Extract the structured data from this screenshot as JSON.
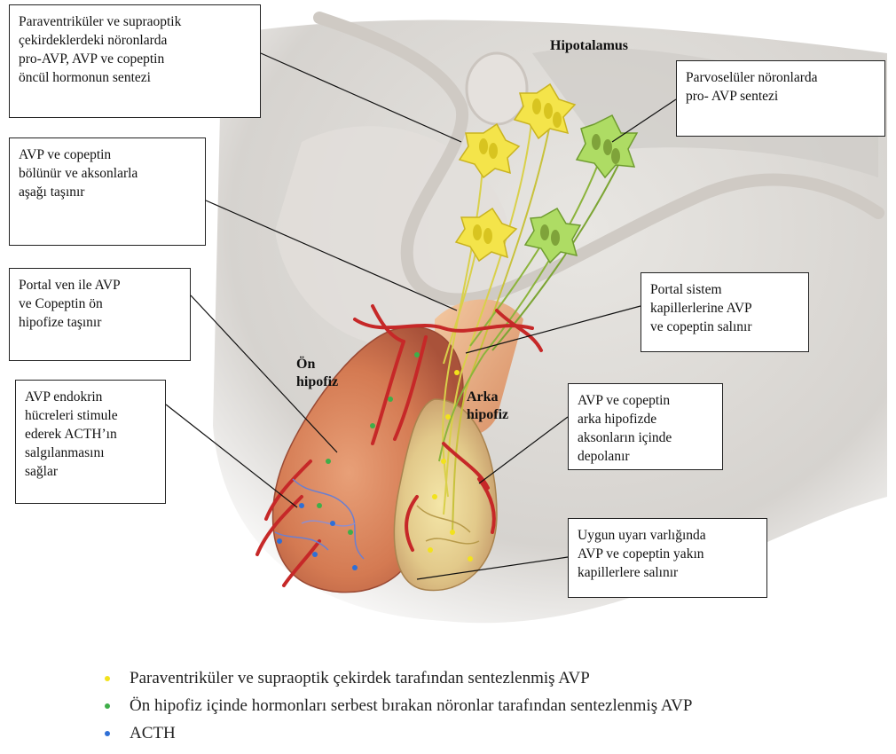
{
  "labels": {
    "hypothalamus": "Hipotalamus",
    "anterior_pituitary": "Ön\nhipofiz",
    "posterior_pituitary": "Arka\nhipofiz"
  },
  "callouts": [
    {
      "id": "c1",
      "text": "Paraventriküler ve supraoptik\nçekirdeklerdeki nöronlarda\npro-AVP, AVP ve copeptin\nöncül hormonun sentezi"
    },
    {
      "id": "c2",
      "text": "Parvoselüler nöronlarda\npro- AVP sentezi"
    },
    {
      "id": "c3",
      "text": "AVP ve copeptin\nbölünür ve aksonlarla\naşağı taşınır"
    },
    {
      "id": "c4",
      "text": "Portal  ven ile AVP\nve Copeptin ön\nhipofize taşınır"
    },
    {
      "id": "c5",
      "text": "Portal sistem\nkapillerlerine AVP\nve copeptin salınır"
    },
    {
      "id": "c6",
      "text": "AVP endokrin\nhücreleri stimule\nederek ACTH’ın\nsalgılanmasını\nsağlar"
    },
    {
      "id": "c7",
      "text": "AVP ve copeptin\narka hipofizde\naksonların  içinde\ndepolanır"
    },
    {
      "id": "c8",
      "text": "Uygun uyarı varlığında\nAVP ve copeptin yakın\nkapillerlere salınır"
    }
  ],
  "legend": [
    {
      "text": "Paraventriküler ve supraoptik çekirdek tarafından sentezlenmiş AVP",
      "color": "#f2e21c"
    },
    {
      "text": "Ön hipofiz içinde hormonları serbest bırakan nöronlar tarafından sentezlenmiş AVP",
      "color": "#3fae49"
    },
    {
      "text": "ACTH",
      "color": "#2f6fd6"
    }
  ]
}
